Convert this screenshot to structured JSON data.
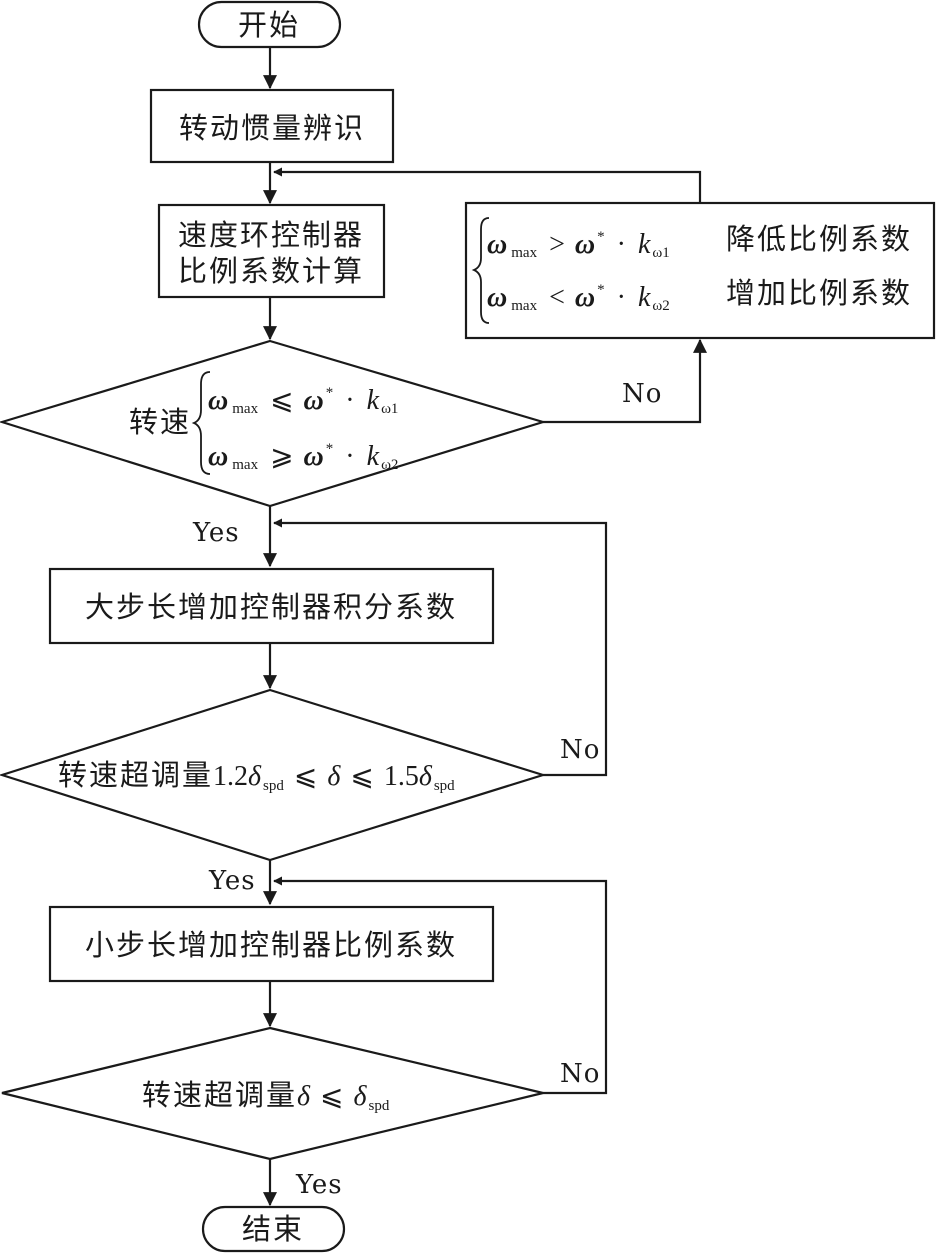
{
  "flowchart": {
    "start": "开始",
    "inertia_id": "转动惯量辨识",
    "calc_line1": "速度环控制器",
    "calc_line2": "比例系数计算",
    "speed_label": "转速",
    "adjust_action1": "降低比例系数",
    "adjust_action2": "增加比例系数",
    "big_step": "大步长增加控制器积分系数",
    "overshoot_label": "转速超调量",
    "small_step": "小步长增加控制器比例系数",
    "end": "结束",
    "yes": "Yes",
    "no": "No"
  },
  "math": {
    "omega": "ω",
    "omega_sub": "max",
    "star": "*",
    "dot": "·",
    "k": "k",
    "k_sub1": "ω1",
    "k_sub2": "ω2",
    "leq": "⩽",
    "geq": "⩾",
    "gt": ">",
    "lt": "<",
    "delta": "δ",
    "delta_sub": "spd",
    "coef_low": "1.2",
    "coef_high": "1.5"
  }
}
